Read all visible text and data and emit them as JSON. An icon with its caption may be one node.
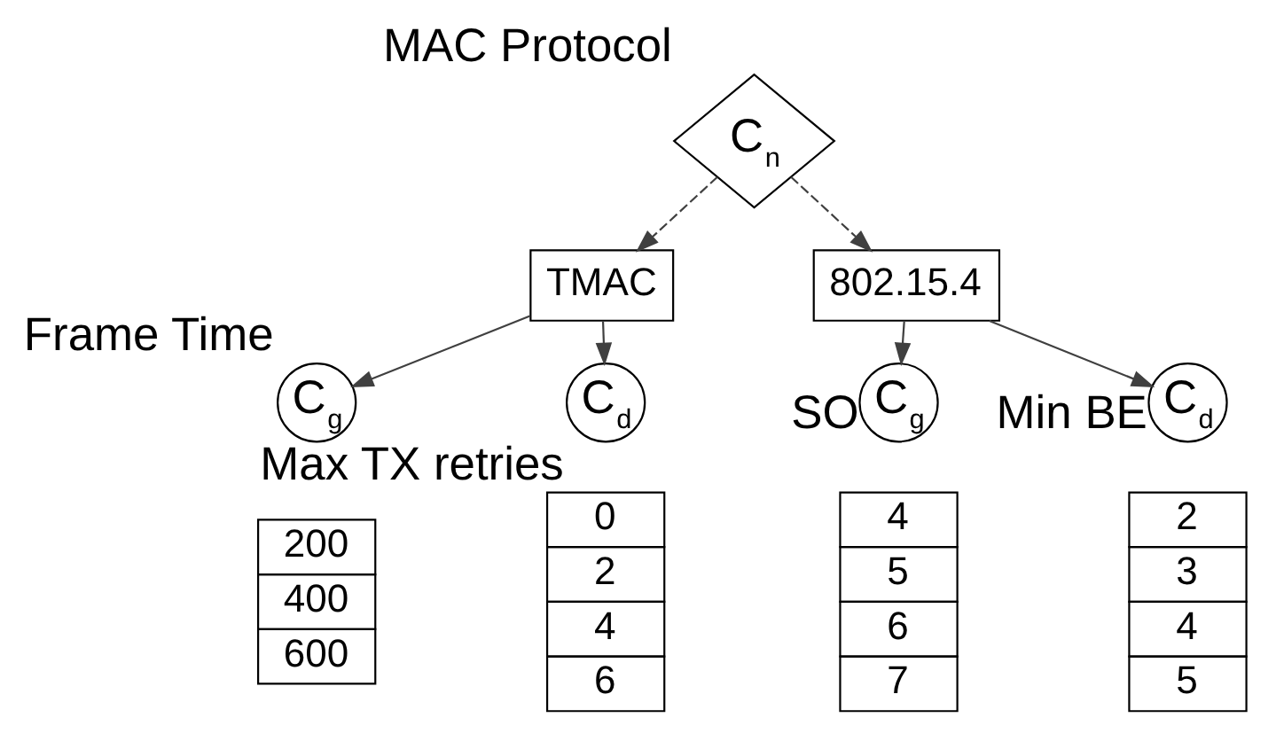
{
  "diagram": {
    "nodes": [
      {
        "text": [
          "C$_{n}$"
        ],
        "beside": [
          "MAC Protocol"
        ]
      },
      {
        "text": [
          "TMAC"
        ]
      },
      {
        "text": [
          "802.15.4"
        ]
      },
      {
        "text": [
          "C$_{g}$"
        ],
        "beside": [
          "Frame Time"
        ]
      },
      {
        "text": [
          "C$_{d}$"
        ],
        "beside": [
          "Max TX retries"
        ]
      },
      {
        "text": [
          "C$_{g}$"
        ],
        "beside": [
          "SO"
        ]
      },
      {
        "text": [
          "C$_{d}$"
        ],
        "beside": [
          "Min BE"
        ]
      },
      {
        "text": [
          "200",
          "400",
          "600"
        ]
      },
      {
        "text": [
          "0",
          "2",
          "4",
          "6"
        ]
      },
      {
        "text": [
          "4",
          "5",
          "6",
          "7"
        ]
      },
      {
        "text": [
          "2",
          "3",
          "4",
          "5"
        ]
      }
    ],
    "edges": [
      {
        "from": 0,
        "to": 1,
        "arrow": "to",
        "style": "dashed"
      },
      {
        "from": 0,
        "to": 2,
        "arrow": "to",
        "style": "dashed"
      },
      {
        "from": 1,
        "to": 3,
        "arrow": "to"
      },
      {
        "from": 1,
        "to": 4,
        "arrow": "to"
      },
      {
        "from": 2,
        "to": 5,
        "arrow": "to"
      },
      {
        "from": 2,
        "to": 6,
        "arrow": "to"
      }
    ]
  }
}
